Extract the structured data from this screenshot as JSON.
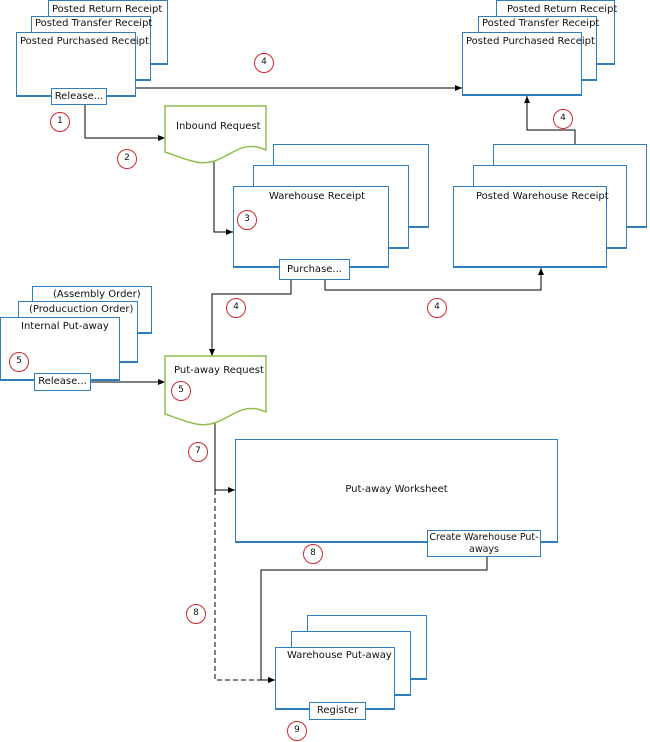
{
  "top_left_stack": {
    "back": "Posted Return  Receipt",
    "middle": "Posted Transfer Receipt",
    "front": "Posted Purchased Receipt",
    "button": "Release..."
  },
  "top_right_stack": {
    "back": "Posted Return  Receipt",
    "middle": "Posted Transfer Receipt",
    "front": "Posted Purchased Receipt"
  },
  "inbound_request": {
    "label": "Inbound Request"
  },
  "warehouse_receipt": {
    "label": "Warehouse Receipt",
    "button": "Purchase..."
  },
  "posted_warehouse_receipt": {
    "label": "Posted Warehouse Receipt"
  },
  "internal_stack": {
    "back": "(Assembly Order)",
    "middle": "(Producuction Order)",
    "front": "Internal Put-away",
    "button": "Release..."
  },
  "putaway_request": {
    "label": "Put-away Request"
  },
  "putaway_worksheet": {
    "label": "Put-away Worksheet",
    "button": "Create Warehouse Put-aways"
  },
  "warehouse_putaway": {
    "label": "Warehouse Put-away",
    "button": "Register"
  },
  "steps": {
    "s1": "1",
    "s2": "2",
    "s3": "3",
    "s4a": "4",
    "s4b": "4",
    "s4c": "4",
    "s4d": "4",
    "s5a": "5",
    "s5b": "5",
    "s7": "7",
    "s8a": "8",
    "s8b": "8",
    "s9": "9"
  },
  "colors": {
    "card_border": "#2f7fbf",
    "document_stroke": "#8cc04b",
    "badge_ring": "#d0282e",
    "line": "#000000"
  }
}
